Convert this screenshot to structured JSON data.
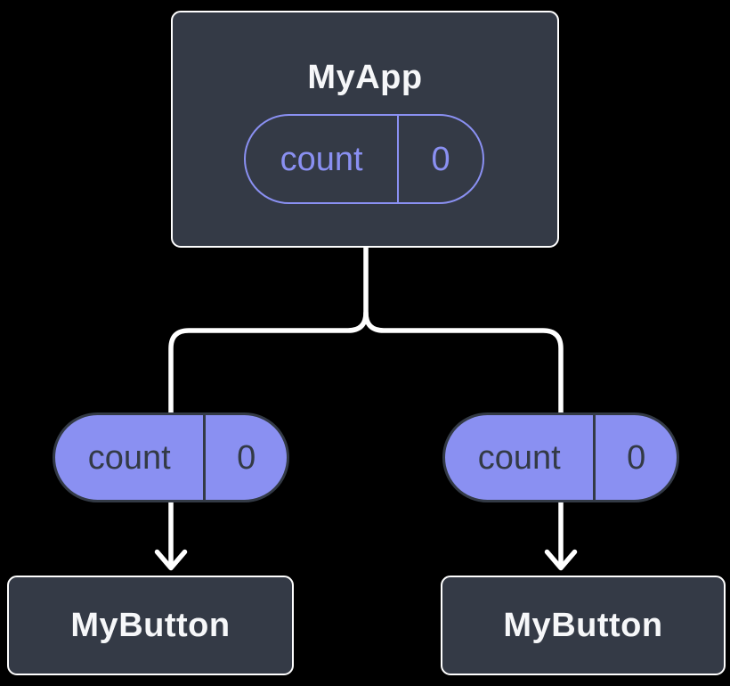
{
  "canvas": {
    "background": "#000000"
  },
  "colors": {
    "node_fill": "#343A46",
    "node_border": "#FFFFFF",
    "node_text": "#F6F7F9",
    "accent_purple": "#8A90F2",
    "pill_dark": "#333A45",
    "connector_line": "#FFFFFF"
  },
  "tree": {
    "root": {
      "title": "MyApp",
      "state_pill": {
        "label": "count",
        "value": "0"
      }
    },
    "children": [
      {
        "title": "MyButton",
        "prop_pill": {
          "label": "count",
          "value": "0"
        }
      },
      {
        "title": "MyButton",
        "prop_pill": {
          "label": "count",
          "value": "0"
        }
      }
    ]
  }
}
